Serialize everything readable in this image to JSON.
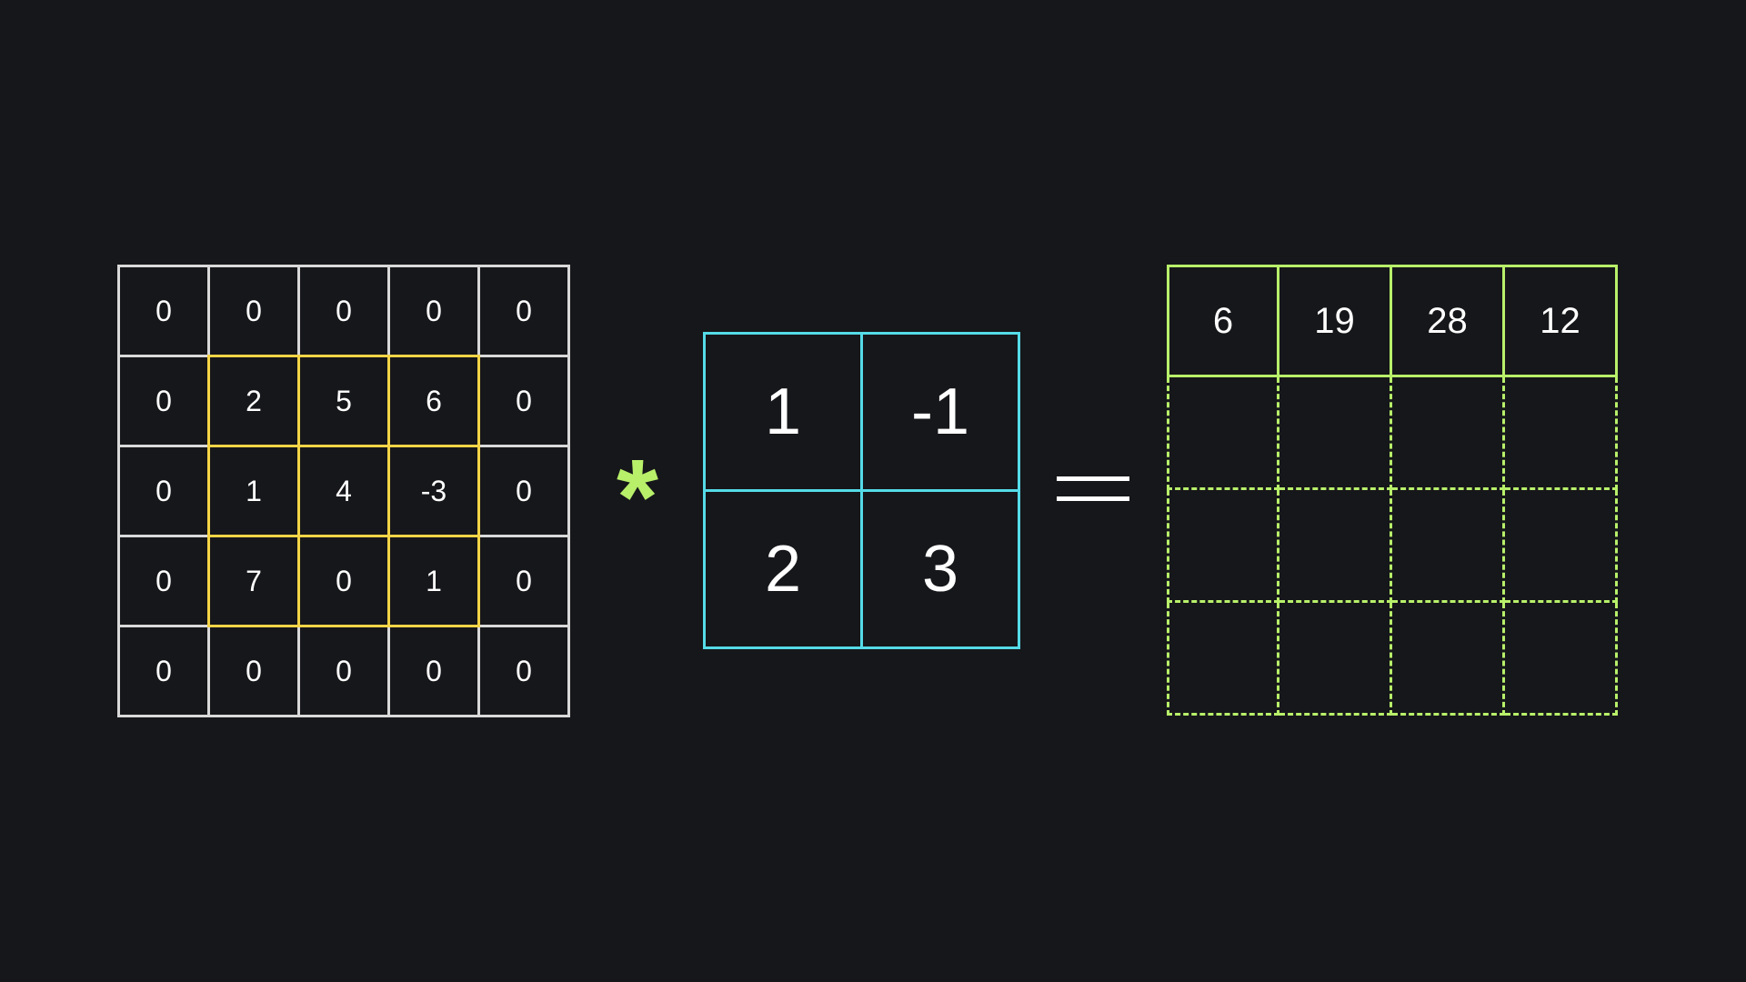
{
  "input_matrix": {
    "rows": [
      [
        "0",
        "0",
        "0",
        "0",
        "0"
      ],
      [
        "0",
        "2",
        "5",
        "6",
        "0"
      ],
      [
        "0",
        "1",
        "4",
        "-3",
        "0"
      ],
      [
        "0",
        "7",
        "0",
        "1",
        "0"
      ],
      [
        "0",
        "0",
        "0",
        "0",
        "0"
      ]
    ]
  },
  "operator_multiply": "*",
  "kernel_matrix": {
    "rows": [
      [
        "1",
        "-1"
      ],
      [
        "2",
        "3"
      ]
    ]
  },
  "output_matrix": {
    "rows": [
      [
        "6",
        "19",
        "28",
        "12"
      ],
      [
        "",
        "",
        "",
        ""
      ],
      [
        "",
        "",
        "",
        ""
      ],
      [
        "",
        "",
        "",
        ""
      ]
    ]
  },
  "colors": {
    "background": "#16171a",
    "input_grid": "#d9d9d9",
    "highlight": "#f5d547",
    "kernel_grid": "#55dbe8",
    "output_grid": "#b8f06a",
    "operator_multiply": "#b8f06a",
    "text": "#ffffff"
  }
}
